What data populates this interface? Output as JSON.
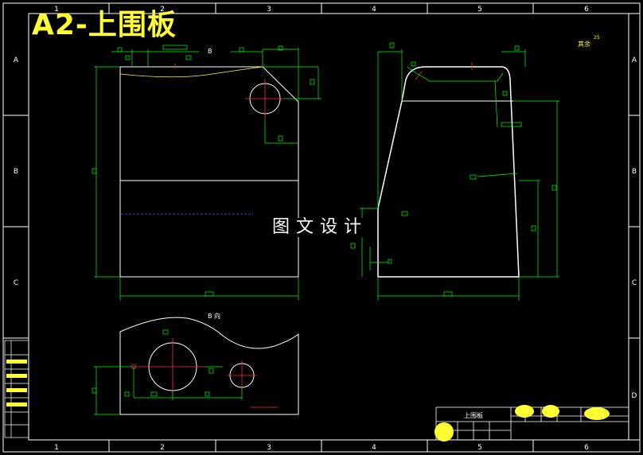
{
  "drawing_title": "A2-上围板",
  "watermark": "图文设计",
  "grid": {
    "columns": [
      "1",
      "2",
      "3",
      "4",
      "5",
      "6"
    ],
    "rows": [
      "A",
      "B",
      "C",
      "D"
    ]
  },
  "view_labels": {
    "top_view_b": "B",
    "bottom_view_b": "B 向"
  },
  "note_top_right": "其余",
  "note_roughness": "25",
  "title_block": {
    "part_name": "上围板"
  },
  "colors": {
    "background": "#000000",
    "frame": "#ffffff",
    "geometry": "#ffffff",
    "dimension": "#00ff00",
    "centerline": "#ff3030",
    "hidden": "#4060ff",
    "highlight": "#ffff33"
  }
}
